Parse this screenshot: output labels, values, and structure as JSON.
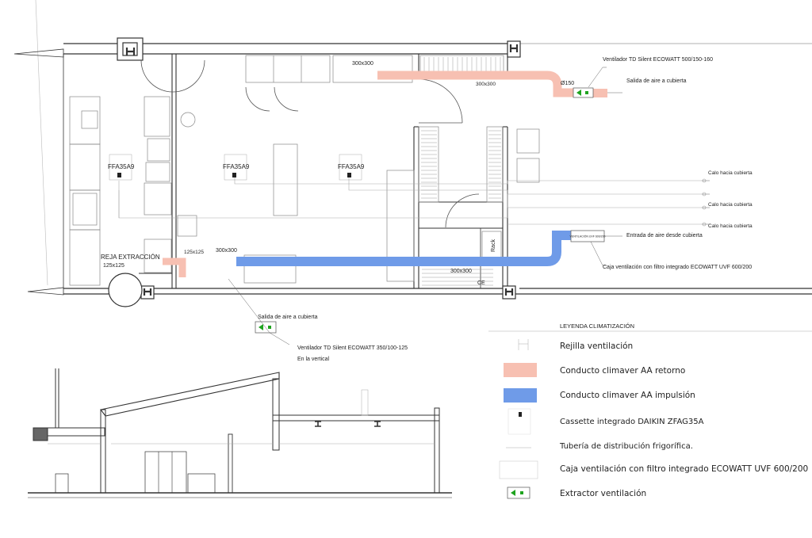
{
  "colors": {
    "line": "#333333",
    "thin": "#999999",
    "return_duct": "#f7c0b2",
    "supply_duct": "#6f9be8",
    "green_text": "#2a9a2a",
    "magenta_text": "#a31aa3",
    "red_text": "#9b2a2a",
    "blue_text": "#2a6fd0",
    "extractor_green": "#1ea31e"
  },
  "cassettes": {
    "c1": "FFA35A9",
    "c2": "FFA35A9",
    "c3": "FFA35A9"
  },
  "labels": {
    "return_size": "300x300",
    "return_size_b": "300x300",
    "diameter": "Ø150",
    "supply_size": "300x300",
    "supply_size_b": "300x300",
    "reja": "REJA EXTRACCIÓN",
    "reja_size": "125x125",
    "ext_size": "125x125",
    "rack": "Rack",
    "ce": "CE",
    "unit_tag": "VENTILACIÓN UVF 600/200"
  },
  "annotations": {
    "vent1": "Ventilador TD Silent ECOWATT 500/150-160",
    "salida1": "Salida de aire a cubierta",
    "calo1": "Calo hacia cubierta",
    "calo2": "Calo hacia cubierta",
    "calo3": "Calo hacia cubierta",
    "entrada": "Entrada de aire desde cubierta",
    "caja": "Caja ventilación con filtro integrado ECOWATT UVF 600/200",
    "salida2": "Salida de aire a cubierta",
    "vent2": "Ventilador TD Silent ECOWATT 350/100-125",
    "vertical": "En la vertical"
  },
  "legend": {
    "title": "LEYENDA CLIMATIZACIÓN",
    "items": [
      {
        "icon": "grille-icon",
        "label": "Rejilla ventilación"
      },
      {
        "icon": "return-duct-swatch",
        "label": "Conducto climaver AA retorno"
      },
      {
        "icon": "supply-duct-swatch",
        "label": "Conducto climaver AA impulsión"
      },
      {
        "icon": "cassette-icon",
        "label": "Cassette integrado DAIKIN ZFAG35A"
      },
      {
        "icon": "refrigerant-pipe-icon",
        "label": "Tubería de distribución frigorífica."
      },
      {
        "icon": "ventilation-box-icon",
        "label": "Caja ventilación con filtro integrado ECOWATT UVF 600/200"
      },
      {
        "icon": "extractor-icon",
        "label": "Extractor ventilación"
      }
    ]
  }
}
